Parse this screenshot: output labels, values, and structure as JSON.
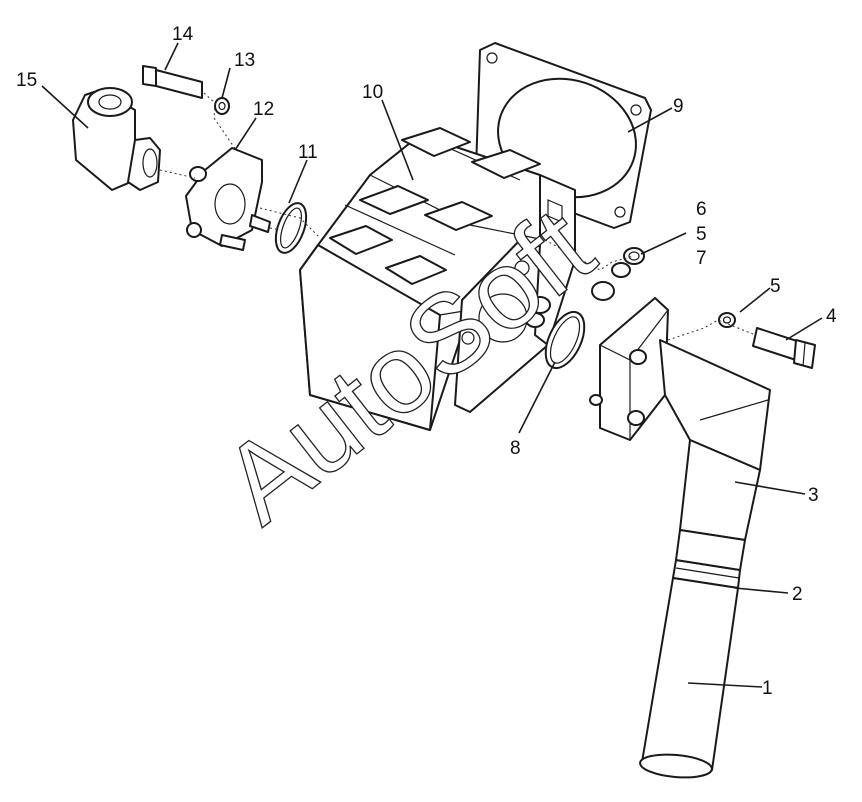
{
  "diagram": {
    "callouts": [
      "1",
      "2",
      "3",
      "4",
      "5",
      "5",
      "6",
      "7",
      "8",
      "9",
      "10",
      "11",
      "12",
      "13",
      "14",
      "15"
    ]
  },
  "watermark": {
    "text": "AutoSoft",
    "color": "#222222"
  },
  "colors": {
    "line": "#1a1a1a",
    "background": "#ffffff"
  }
}
